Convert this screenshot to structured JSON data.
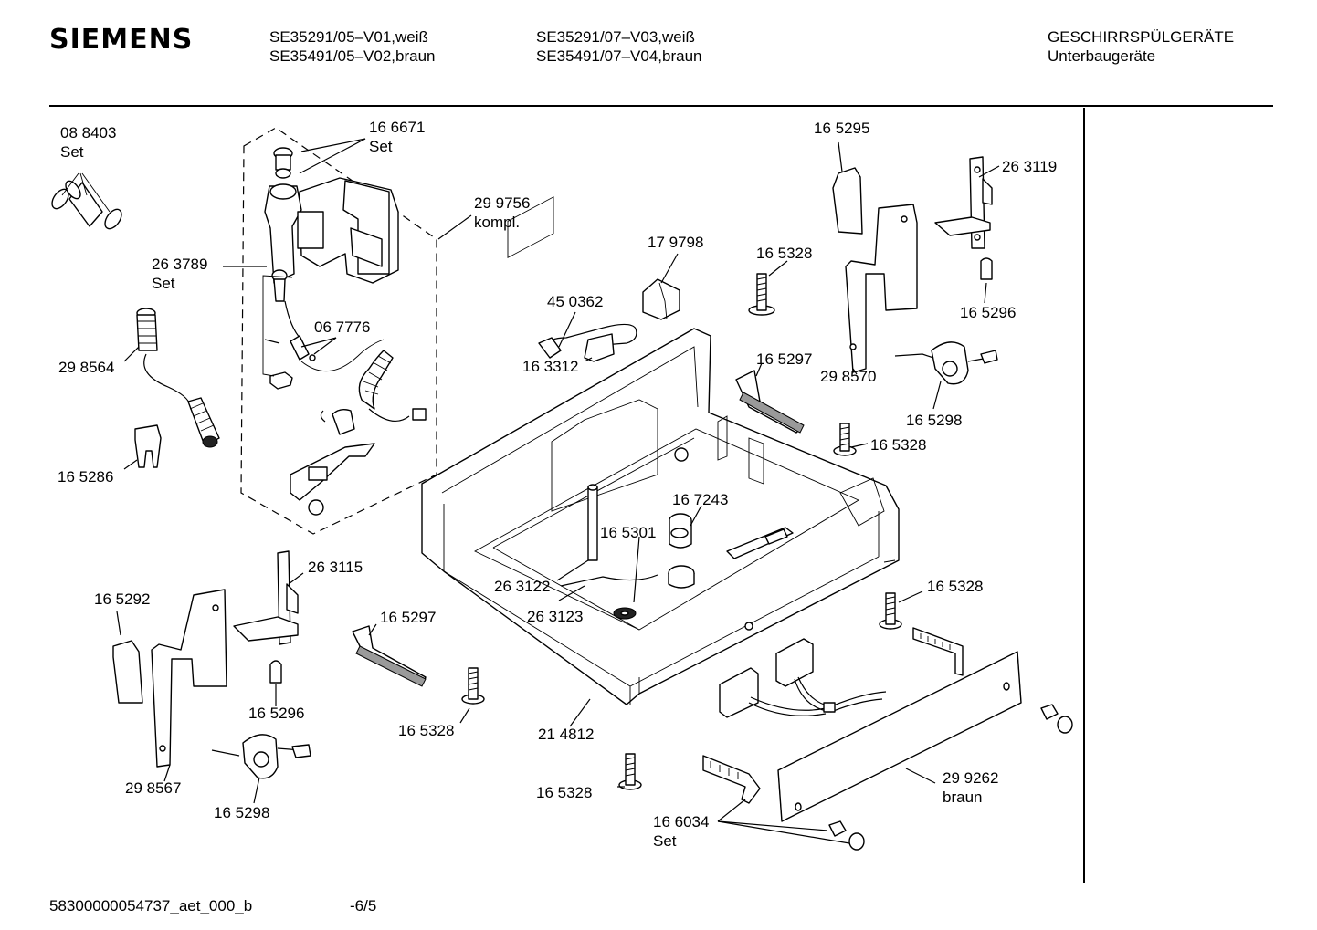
{
  "header": {
    "brand": "SIEMENS",
    "models_col1": [
      "SE35291/05–V01,weiß",
      "SE35491/05–V02,braun"
    ],
    "models_col2": [
      "SE35291/07–V03,weiß",
      "SE35491/07–V04,braun"
    ],
    "category": "GESCHIRRSPÜLGERÄTE",
    "subcategory": "Unterbaugeräte"
  },
  "labels": {
    "p088403": "08 8403",
    "p088403_set": "Set",
    "p166671": "16 6671",
    "p166671_set": "Set",
    "p299756": "29 9756",
    "p299756_kompl": "kompl.",
    "p263789": "26 3789",
    "p263789_set": "Set",
    "p067776": "06 7776",
    "p298564": "29 8564",
    "p165286": "16 5286",
    "p179798": "17 9798",
    "p450362": "45 0362",
    "p163312": "16 3312",
    "p165295": "16 5295",
    "p263119": "26 3119",
    "p165328_a": "16 5328",
    "p165296_a": "16 5296",
    "p165297_a": "16 5297",
    "p298570": "29 8570",
    "p165298_a": "16 5298",
    "p165328_b": "16 5328",
    "p167243": "16 7243",
    "p165301": "16 5301",
    "p263122": "26 3122",
    "p263123": "26 3123",
    "p263115": "26 3115",
    "p165292": "16 5292",
    "p165297_b": "16 5297",
    "p165328_c": "16 5328",
    "p165296_b": "16 5296",
    "p298567": "29 8567",
    "p165298_b": "16 5298",
    "p165328_d": "16 5328",
    "p214812": "21 4812",
    "p165328_e": "16 5328",
    "p299262": "29 9262",
    "p299262_braun": "braun",
    "p166034": "16 6034",
    "p166034_set": "Set"
  },
  "footer": {
    "doc_id": "58300000054737_aet_000_b",
    "page": "-6/5"
  }
}
